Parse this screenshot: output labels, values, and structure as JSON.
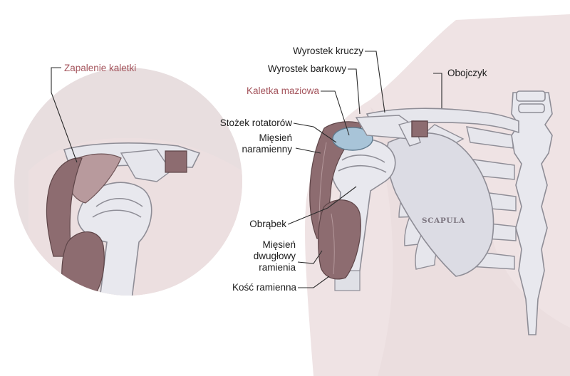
{
  "labels": {
    "bursitis": "Zapalenie kaletki",
    "coracoid": "Wyrostek kruczy",
    "acromion": "Wyrostek barkowy",
    "clavicle": "Obojczyk",
    "bursa": "Kaletka maziowa",
    "rotator_cuff": "Stożek rotatorów",
    "deltoid_line1": "Mięsień",
    "deltoid_line2": "naramienny",
    "labrum": "Obrąbek",
    "biceps_line1": "Mięsień",
    "biceps_line2": "dwugłowy",
    "biceps_line3": "ramienia",
    "humerus": "Kość ramienna",
    "scapula": "SCAPULA"
  },
  "colors": {
    "bone": "#e3e3ea",
    "bone_outline": "#8e8d96",
    "muscle": "#8a6a6e",
    "muscle_light": "#b89a9d",
    "body_shadow": "#ecdfe0",
    "inset_bg": "#e8dedf",
    "bursa": "#a8c4d8",
    "accent_text": "#a4545c",
    "line": "#2b2b2b"
  }
}
